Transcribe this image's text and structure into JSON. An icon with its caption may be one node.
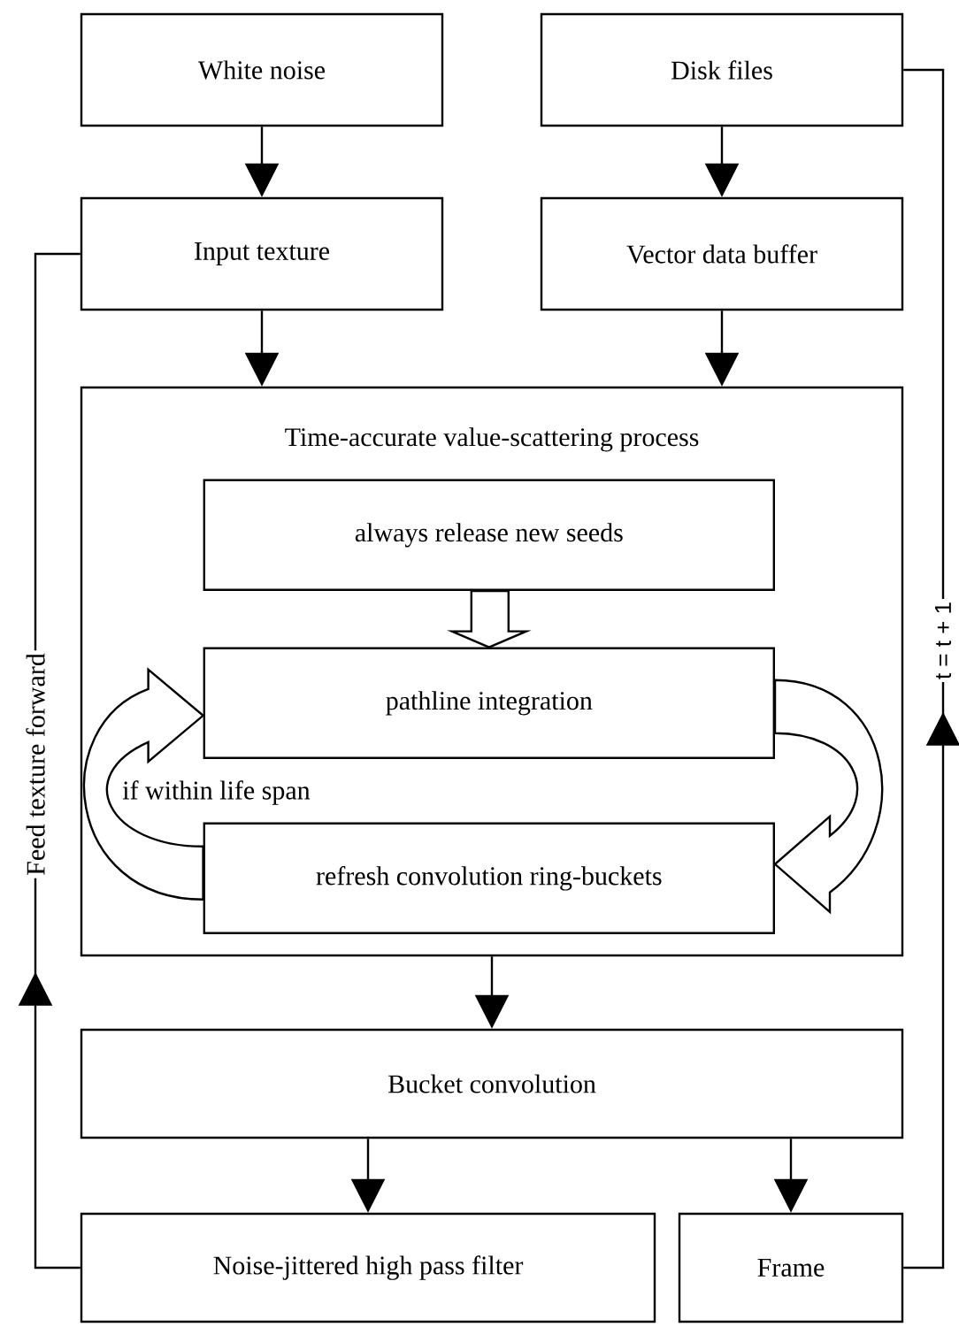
{
  "diagram": {
    "nodes": [
      {
        "text": [
          "White noise"
        ]
      },
      {
        "text": [
          "Disk files"
        ]
      },
      {
        "text": [
          "Input texture"
        ]
      },
      {
        "text": [
          "Vector data buffer"
        ]
      },
      {
        "text": [
          "Time-accurate value-scattering process"
        ]
      },
      {
        "text": [
          "always release new seeds"
        ],
        "in": 4
      },
      {
        "text": [
          "pathline integration"
        ],
        "in": 4
      },
      {
        "text": [
          "refresh convolution ring-buckets"
        ],
        "in": 4
      },
      {
        "text": [
          "Bucket convolution"
        ]
      },
      {
        "text": [
          "Noise-jittered high pass filter"
        ]
      },
      {
        "text": [
          "Frame"
        ]
      }
    ],
    "edges": [
      {
        "from": 0,
        "to": 2,
        "arrow": "to"
      },
      {
        "from": 1,
        "to": 3,
        "arrow": "to"
      },
      {
        "from": 2,
        "to": 4,
        "arrow": "to"
      },
      {
        "from": 3,
        "to": 4,
        "arrow": "to"
      },
      {
        "from": 5,
        "to": 6,
        "arrow": "to",
        "style": "thick"
      },
      {
        "from": 6,
        "to": 7,
        "arrow": "to",
        "style": "thick"
      },
      {
        "from": 7,
        "to": 6,
        "arrow": "to",
        "style": "thick",
        "label": "if within life span"
      },
      {
        "from": 4,
        "to": 8,
        "arrow": "to"
      },
      {
        "from": 8,
        "to": 9,
        "arrow": "to"
      },
      {
        "from": 8,
        "to": 10,
        "arrow": "to"
      },
      {
        "from": 9,
        "to": 2,
        "arrow": "to",
        "label": "Feed texture forward"
      },
      {
        "from": 10,
        "to": 1,
        "arrow": "to",
        "label": "t = t + 1"
      }
    ]
  }
}
